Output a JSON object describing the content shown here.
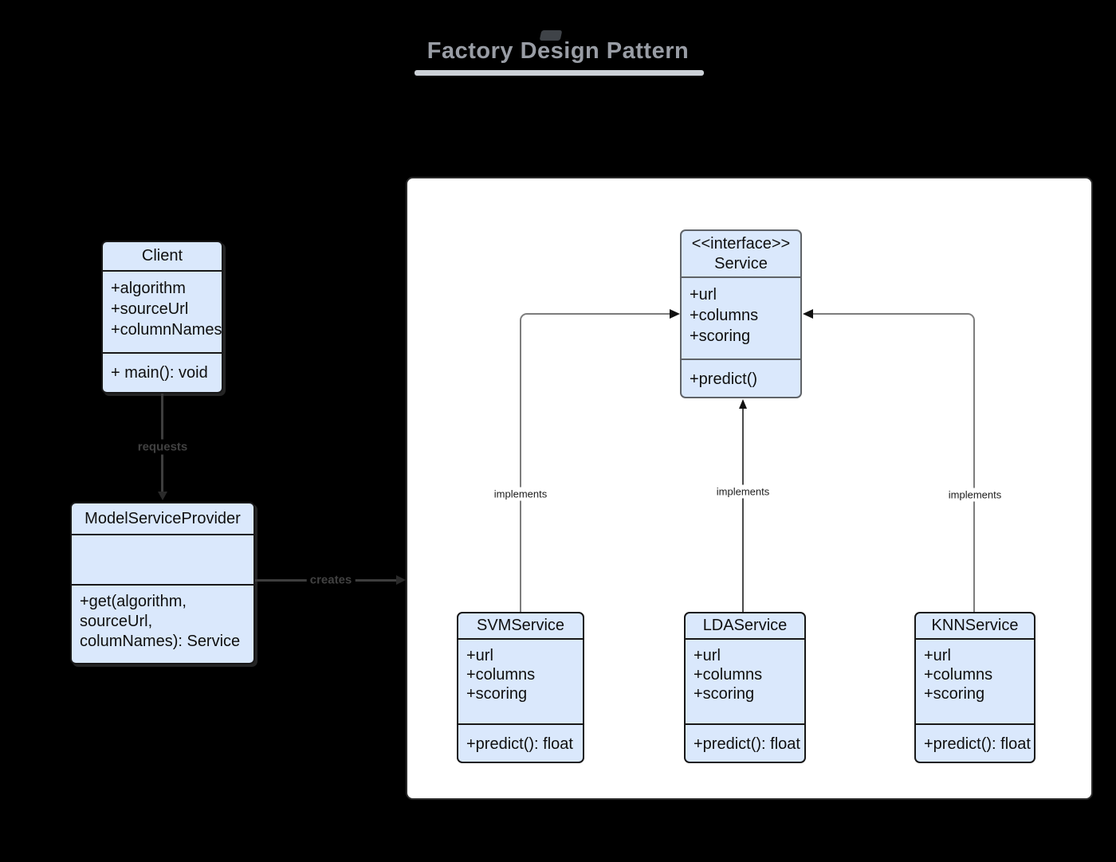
{
  "page": {
    "title": "Factory Design Pattern"
  },
  "connectors": {
    "requests_label": "requests",
    "creates_label": "creates",
    "implements_left_label": "implements",
    "implements_middle_label": "implements",
    "implements_right_label": "implements"
  },
  "classes": {
    "client": {
      "name": "Client",
      "attributes": [
        "+algorithm",
        "+sourceUrl",
        "+columnNames"
      ],
      "methods": [
        "+ main(): void"
      ]
    },
    "model_service_provider": {
      "name": "ModelServiceProvider",
      "attributes": [],
      "methods": [
        "+get(algorithm, sourceUrl, columNames): Service"
      ]
    },
    "service_interface": {
      "stereotype": "<<interface>>",
      "name": "Service",
      "attributes": [
        "+url",
        "+columns",
        "+scoring"
      ],
      "methods": [
        "+predict()"
      ]
    },
    "svm_service": {
      "name": "SVMService",
      "attributes": [
        "+url",
        "+columns",
        "+scoring"
      ],
      "methods": [
        "+predict(): float"
      ]
    },
    "lda_service": {
      "name": "LDAService",
      "attributes": [
        "+url",
        "+columns",
        "+scoring"
      ],
      "methods": [
        "+predict(): float"
      ]
    },
    "knn_service": {
      "name": "KNNService",
      "attributes": [
        "+url",
        "+columns",
        "+scoring"
      ],
      "methods": [
        "+predict(): float"
      ]
    }
  },
  "colors": {
    "canvas_background": "#000000",
    "container_fill": "#ffffff",
    "class_fill": "#dae8fc",
    "class_border": "#181818",
    "interface_border": "#5f6368",
    "title_color": "#999da5",
    "title_underline": "#ccd1d7",
    "outer_connector": "#3d3d3d",
    "inner_connector": "#7d7d7d"
  }
}
